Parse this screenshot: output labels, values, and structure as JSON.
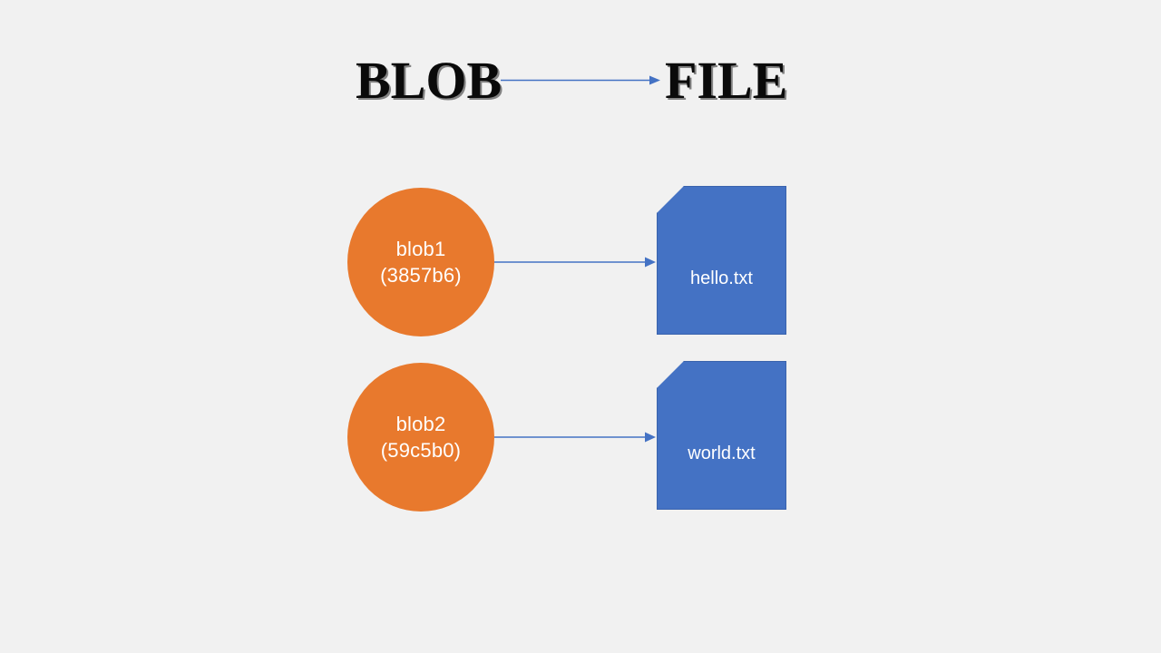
{
  "diagram": {
    "background_color": "#f1f1f1",
    "header": {
      "left_label": "BLOB",
      "right_label": "FILE",
      "arrow_name": "header-arrow"
    },
    "blob_color": "#e8792d",
    "file_color": "#4472c4",
    "arrow_color": "#4472c4",
    "text_color": "#ffffff",
    "rows": [
      {
        "blob_name": "blob1",
        "blob_hash": "(3857b6)",
        "file_name": "hello.txt"
      },
      {
        "blob_name": "blob2",
        "blob_hash": "(59c5b0)",
        "file_name": "world.txt"
      }
    ]
  }
}
